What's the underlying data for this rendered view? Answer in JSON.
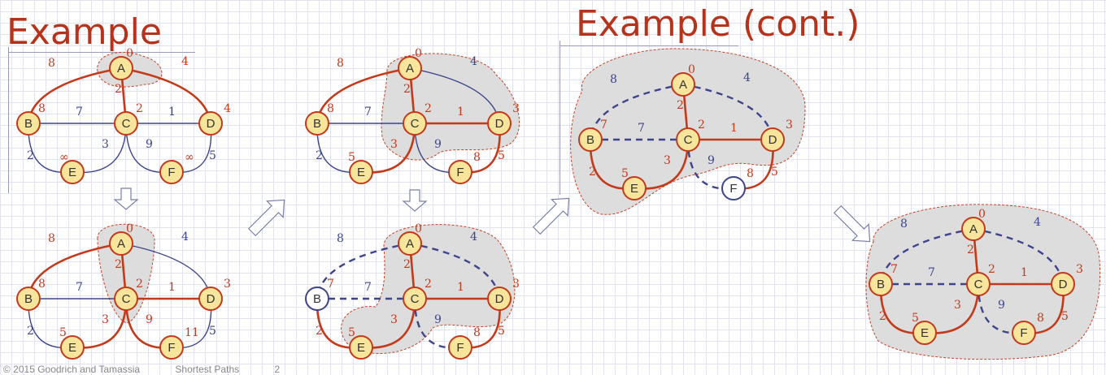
{
  "slides": [
    {
      "title": "Example",
      "footer": [
        "© 2015 Goodrich and Tamassia",
        "Shortest Paths",
        "2"
      ]
    },
    {
      "title": "Example (cont.)"
    }
  ],
  "colors": {
    "red": "#c4391a",
    "blue": "#3d448c",
    "node_fill": "#f6e59b",
    "cloud_fill": "#dcdcdc",
    "title": "#b7321a"
  },
  "arrows": [
    "down",
    "up-right",
    "down",
    "up-right",
    "down-right"
  ],
  "graphs": [
    {
      "nodes": [
        {
          "id": "A",
          "label": "A",
          "dist": "0",
          "fill": true
        },
        {
          "id": "B",
          "label": "B",
          "dist": "8",
          "fill": true
        },
        {
          "id": "C",
          "label": "C",
          "dist": "2",
          "fill": true
        },
        {
          "id": "D",
          "label": "D",
          "dist": "4",
          "fill": true
        },
        {
          "id": "E",
          "label": "E",
          "dist": "∞",
          "fill": true
        },
        {
          "id": "F",
          "label": "F",
          "dist": "∞",
          "fill": true
        }
      ],
      "edges": [
        {
          "from": "A",
          "to": "B",
          "w": "8",
          "style": "red"
        },
        {
          "from": "A",
          "to": "C",
          "w": "2",
          "style": "red"
        },
        {
          "from": "A",
          "to": "D",
          "w": "4",
          "style": "red"
        },
        {
          "from": "B",
          "to": "C",
          "w": "7",
          "style": "blue"
        },
        {
          "from": "C",
          "to": "D",
          "w": "1",
          "style": "blue"
        },
        {
          "from": "B",
          "to": "E",
          "w": "2",
          "style": "blue"
        },
        {
          "from": "C",
          "to": "E",
          "w": "3",
          "style": "blue"
        },
        {
          "from": "C",
          "to": "F",
          "w": "9",
          "style": "blue"
        },
        {
          "from": "D",
          "to": "F",
          "w": "5",
          "style": "blue"
        }
      ]
    },
    {
      "nodes": [
        {
          "id": "A",
          "label": "A",
          "dist": "0",
          "fill": true
        },
        {
          "id": "B",
          "label": "B",
          "dist": "8",
          "fill": true
        },
        {
          "id": "C",
          "label": "C",
          "dist": "2",
          "fill": true
        },
        {
          "id": "D",
          "label": "D",
          "dist": "3",
          "fill": true
        },
        {
          "id": "E",
          "label": "E",
          "dist": "5",
          "fill": true
        },
        {
          "id": "F",
          "label": "F",
          "dist": "11",
          "fill": true
        }
      ],
      "edges": [
        {
          "from": "A",
          "to": "B",
          "w": "8",
          "style": "red"
        },
        {
          "from": "A",
          "to": "C",
          "w": "2",
          "style": "red"
        },
        {
          "from": "A",
          "to": "D",
          "w": "4",
          "style": "blue"
        },
        {
          "from": "B",
          "to": "C",
          "w": "7",
          "style": "blue"
        },
        {
          "from": "C",
          "to": "D",
          "w": "1",
          "style": "red"
        },
        {
          "from": "B",
          "to": "E",
          "w": "2",
          "style": "blue"
        },
        {
          "from": "C",
          "to": "E",
          "w": "3",
          "style": "red"
        },
        {
          "from": "C",
          "to": "F",
          "w": "9",
          "style": "red"
        },
        {
          "from": "D",
          "to": "F",
          "w": "5",
          "style": "blue"
        }
      ]
    },
    {
      "nodes": [
        {
          "id": "A",
          "label": "A",
          "dist": "0",
          "fill": true
        },
        {
          "id": "B",
          "label": "B",
          "dist": "8",
          "fill": true
        },
        {
          "id": "C",
          "label": "C",
          "dist": "2",
          "fill": true
        },
        {
          "id": "D",
          "label": "D",
          "dist": "3",
          "fill": true
        },
        {
          "id": "E",
          "label": "E",
          "dist": "5",
          "fill": true
        },
        {
          "id": "F",
          "label": "F",
          "dist": "8",
          "fill": true
        }
      ],
      "edges": [
        {
          "from": "A",
          "to": "B",
          "w": "8",
          "style": "red"
        },
        {
          "from": "A",
          "to": "C",
          "w": "2",
          "style": "red"
        },
        {
          "from": "A",
          "to": "D",
          "w": "4",
          "style": "blue"
        },
        {
          "from": "B",
          "to": "C",
          "w": "7",
          "style": "blue"
        },
        {
          "from": "C",
          "to": "D",
          "w": "1",
          "style": "red"
        },
        {
          "from": "B",
          "to": "E",
          "w": "2",
          "style": "blue"
        },
        {
          "from": "C",
          "to": "E",
          "w": "3",
          "style": "red"
        },
        {
          "from": "C",
          "to": "F",
          "w": "9",
          "style": "blue"
        },
        {
          "from": "D",
          "to": "F",
          "w": "5",
          "style": "red"
        }
      ]
    },
    {
      "nodes": [
        {
          "id": "A",
          "label": "A",
          "dist": "0",
          "fill": true
        },
        {
          "id": "B",
          "label": "B",
          "dist": "7",
          "fill": false
        },
        {
          "id": "C",
          "label": "C",
          "dist": "2",
          "fill": true
        },
        {
          "id": "D",
          "label": "D",
          "dist": "3",
          "fill": true
        },
        {
          "id": "E",
          "label": "E",
          "dist": "5",
          "fill": true
        },
        {
          "id": "F",
          "label": "F",
          "dist": "8",
          "fill": true
        }
      ],
      "edges": [
        {
          "from": "A",
          "to": "B",
          "w": "8",
          "style": "blue-dash"
        },
        {
          "from": "A",
          "to": "C",
          "w": "2",
          "style": "red"
        },
        {
          "from": "A",
          "to": "D",
          "w": "4",
          "style": "blue-dash"
        },
        {
          "from": "B",
          "to": "C",
          "w": "7",
          "style": "blue-dash"
        },
        {
          "from": "C",
          "to": "D",
          "w": "1",
          "style": "red"
        },
        {
          "from": "B",
          "to": "E",
          "w": "2",
          "style": "red"
        },
        {
          "from": "C",
          "to": "E",
          "w": "3",
          "style": "red"
        },
        {
          "from": "C",
          "to": "F",
          "w": "9",
          "style": "blue-dash"
        },
        {
          "from": "D",
          "to": "F",
          "w": "5",
          "style": "red"
        }
      ]
    },
    {
      "nodes": [
        {
          "id": "A",
          "label": "A",
          "dist": "0",
          "fill": true
        },
        {
          "id": "B",
          "label": "B",
          "dist": "7",
          "fill": true
        },
        {
          "id": "C",
          "label": "C",
          "dist": "2",
          "fill": true
        },
        {
          "id": "D",
          "label": "D",
          "dist": "3",
          "fill": true
        },
        {
          "id": "E",
          "label": "E",
          "dist": "5",
          "fill": true
        },
        {
          "id": "F",
          "label": "F",
          "dist": "8",
          "fill": false
        }
      ],
      "edges": [
        {
          "from": "A",
          "to": "B",
          "w": "8",
          "style": "blue-dash"
        },
        {
          "from": "A",
          "to": "C",
          "w": "2",
          "style": "red"
        },
        {
          "from": "A",
          "to": "D",
          "w": "4",
          "style": "blue-dash"
        },
        {
          "from": "B",
          "to": "C",
          "w": "7",
          "style": "blue-dash"
        },
        {
          "from": "C",
          "to": "D",
          "w": "1",
          "style": "red"
        },
        {
          "from": "B",
          "to": "E",
          "w": "2",
          "style": "red"
        },
        {
          "from": "C",
          "to": "E",
          "w": "3",
          "style": "red"
        },
        {
          "from": "C",
          "to": "F",
          "w": "9",
          "style": "blue-dash"
        },
        {
          "from": "D",
          "to": "F",
          "w": "5",
          "style": "red"
        }
      ]
    },
    {
      "nodes": [
        {
          "id": "A",
          "label": "A",
          "dist": "0",
          "fill": true
        },
        {
          "id": "B",
          "label": "B",
          "dist": "7",
          "fill": true
        },
        {
          "id": "C",
          "label": "C",
          "dist": "2",
          "fill": true
        },
        {
          "id": "D",
          "label": "D",
          "dist": "3",
          "fill": true
        },
        {
          "id": "E",
          "label": "E",
          "dist": "5",
          "fill": true
        },
        {
          "id": "F",
          "label": "F",
          "dist": "8",
          "fill": true
        }
      ],
      "edges": [
        {
          "from": "A",
          "to": "B",
          "w": "8",
          "style": "blue-dash"
        },
        {
          "from": "A",
          "to": "C",
          "w": "2",
          "style": "red"
        },
        {
          "from": "A",
          "to": "D",
          "w": "4",
          "style": "blue-dash"
        },
        {
          "from": "B",
          "to": "C",
          "w": "7",
          "style": "blue-dash"
        },
        {
          "from": "C",
          "to": "D",
          "w": "1",
          "style": "red"
        },
        {
          "from": "B",
          "to": "E",
          "w": "2",
          "style": "red"
        },
        {
          "from": "C",
          "to": "E",
          "w": "3",
          "style": "red"
        },
        {
          "from": "C",
          "to": "F",
          "w": "9",
          "style": "blue-dash"
        },
        {
          "from": "D",
          "to": "F",
          "w": "5",
          "style": "red"
        }
      ]
    }
  ]
}
